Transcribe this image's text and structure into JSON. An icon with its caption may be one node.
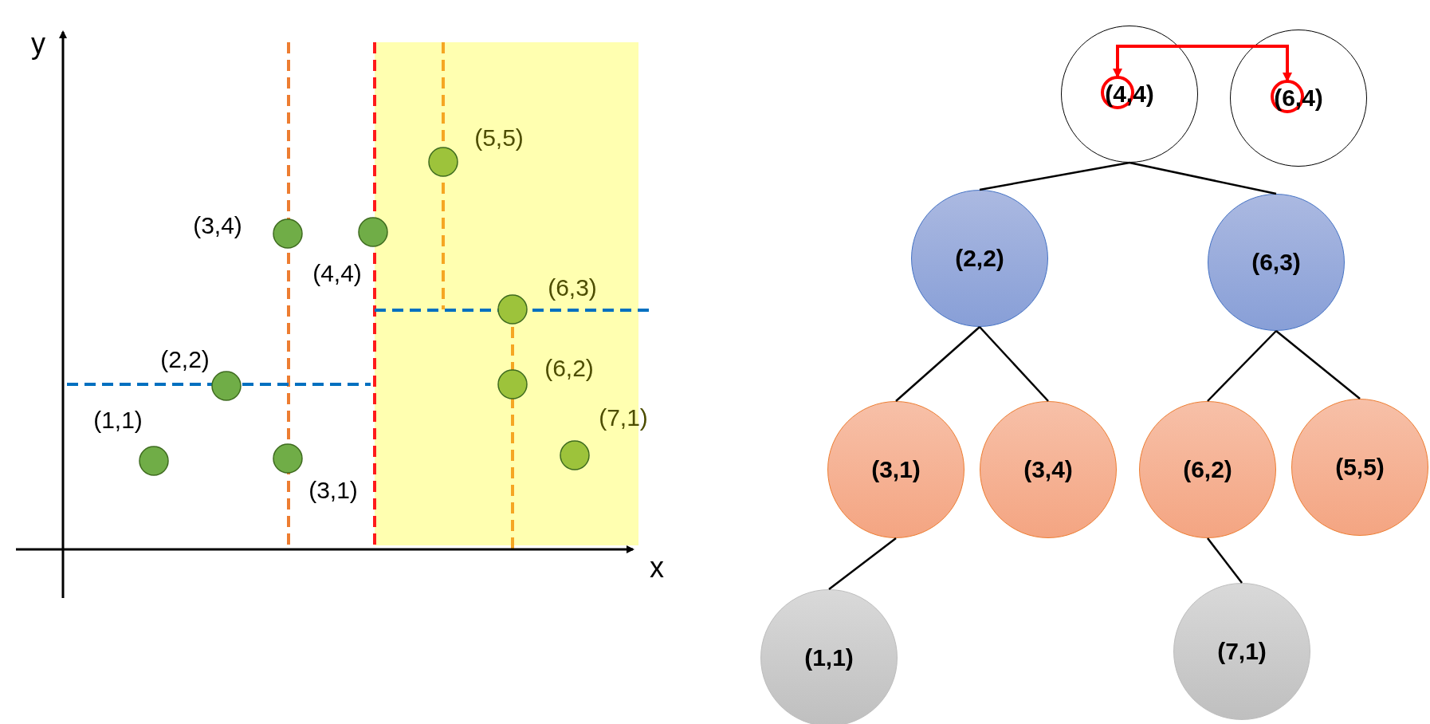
{
  "diagram": {
    "nodes": [
      {
        "text": [
          "(4,4)"
        ]
      },
      {
        "text": [
          "(6,4)"
        ]
      },
      {
        "text": [
          "(2,2)"
        ]
      },
      {
        "text": [
          "(6,3)"
        ]
      },
      {
        "text": [
          "(3,1)"
        ]
      },
      {
        "text": [
          "(3,4)"
        ]
      },
      {
        "text": [
          "(6,2)"
        ]
      },
      {
        "text": [
          "(5,5)"
        ]
      },
      {
        "text": [
          "(1,1)"
        ]
      },
      {
        "text": [
          "(7,1)"
        ]
      }
    ],
    "edges": [
      {
        "from": 0,
        "to": 1,
        "arrow": "both",
        "color": "#ff0000"
      },
      {
        "from": 0,
        "to": 2,
        "arrow": "none"
      },
      {
        "from": 0,
        "to": 3,
        "arrow": "none"
      },
      {
        "from": 2,
        "to": 4,
        "arrow": "none"
      },
      {
        "from": 2,
        "to": 5,
        "arrow": "none"
      },
      {
        "from": 3,
        "to": 6,
        "arrow": "none"
      },
      {
        "from": 3,
        "to": 7,
        "arrow": "none"
      },
      {
        "from": 4,
        "to": 8,
        "arrow": "none"
      },
      {
        "from": 6,
        "to": 9,
        "arrow": "none"
      }
    ],
    "labels": [
      "y",
      "(5,5)",
      "(3,4)",
      "(4,4)",
      "(6,3)",
      "(2,2)",
      "(6,2)",
      "(1,1)",
      "(7,1)",
      "(3,1)",
      "x"
    ]
  }
}
